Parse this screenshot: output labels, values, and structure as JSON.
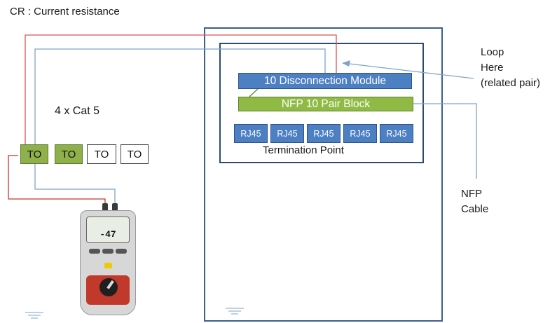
{
  "title": "CR : Current resistance",
  "cable_label": "4 x Cat 5",
  "outlets": [
    "TO",
    "TO",
    "TO",
    "TO"
  ],
  "disconnection_module": "10 Disconnection  Module",
  "pair_block": "NFP 10 Pair Block",
  "rj45_ports": [
    "RJ45",
    "RJ45",
    "RJ45",
    "RJ45",
    "RJ45"
  ],
  "termination_label": "Termination Point",
  "loop_note": [
    "Loop",
    "Here",
    "(related pair)"
  ],
  "nfp_note": [
    "NFP",
    "Cable"
  ],
  "meter": {
    "reading": "-47"
  },
  "colors": {
    "red_wire": "#d9534f",
    "blue_wire": "#7fa3c7",
    "cabinet_border": "#3d5f8f",
    "module_blue": "#4d7fc3",
    "block_green": "#8fbb45",
    "outlet_green": "#8fb04a"
  }
}
